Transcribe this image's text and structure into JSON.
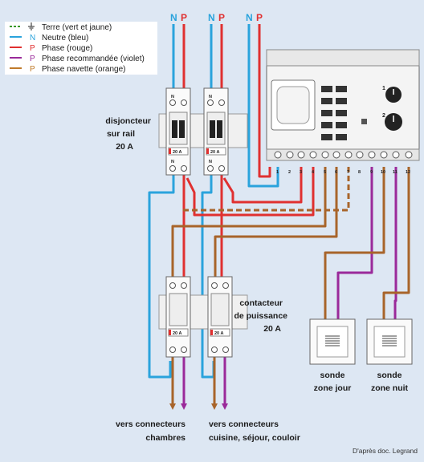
{
  "legend": {
    "items": [
      {
        "letter": "",
        "text": "Terre (vert et jaune)",
        "color": "#3a9a2a"
      },
      {
        "letter": "N",
        "text": "Neutre (bleu)",
        "color": "#2aa3dc"
      },
      {
        "letter": "P",
        "text": "Phase (rouge)",
        "color": "#e03030"
      },
      {
        "letter": "P",
        "text": "Phase recommandée (violet)",
        "color": "#9a2a9a"
      },
      {
        "letter": "P",
        "text": "Phase navette (orange)",
        "color": "#c07a2a"
      }
    ]
  },
  "top_terminals": [
    {
      "letter": "N",
      "color": "#2aa3dc"
    },
    {
      "letter": "P",
      "color": "#e03030"
    },
    {
      "letter": "N",
      "color": "#2aa3dc"
    },
    {
      "letter": "P",
      "color": "#e03030"
    },
    {
      "letter": "N",
      "color": "#2aa3dc"
    },
    {
      "letter": "P",
      "color": "#e03030"
    }
  ],
  "breaker": {
    "line1": "disjoncteur",
    "line2": "sur rail",
    "line3": "20 A",
    "rating": "20 A"
  },
  "contactor": {
    "line1": "contacteur",
    "line2": "de puissance",
    "line3": "20 A",
    "rating": "20 A"
  },
  "terminal_numbers": [
    "1",
    "2",
    "3",
    "4",
    "5",
    "6",
    "7",
    "8",
    "9",
    "10",
    "11",
    "12"
  ],
  "dials": [
    "1",
    "2"
  ],
  "probes": [
    {
      "line1": "sonde",
      "line2": "zone jour"
    },
    {
      "line1": "sonde",
      "line2": "zone nuit"
    }
  ],
  "outputs": [
    {
      "line1": "vers connecteurs",
      "line2": "chambres"
    },
    {
      "line1": "vers connecteurs",
      "line2": "cuisine, séjour, couloir"
    }
  ],
  "source": "D'après doc. Legrand",
  "colors": {
    "neutral": "#2aa3dc",
    "phase": "#e03030",
    "violet": "#9a2a9a",
    "orange": "#a8642a",
    "earth": "#3a9a2a",
    "background": "#dde7f3"
  }
}
